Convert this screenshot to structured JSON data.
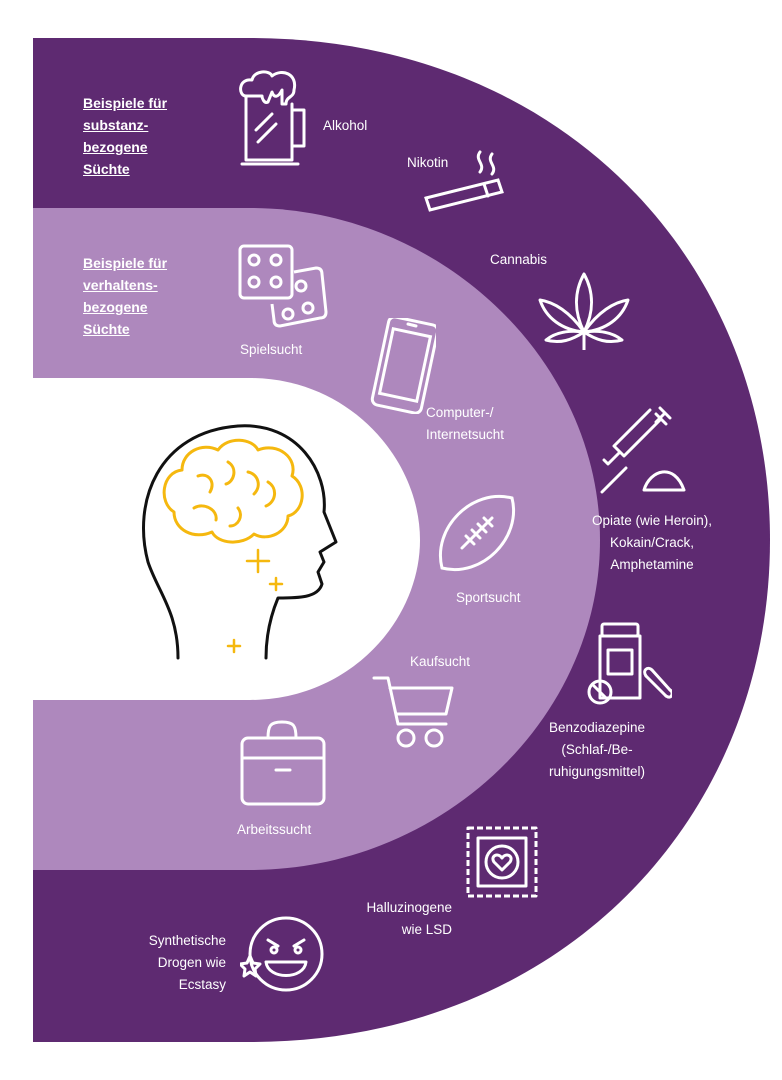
{
  "colors": {
    "dark": "#5e2a71",
    "light": "#ae88bd",
    "accent": "#f5b80f"
  },
  "headings": {
    "substance": [
      "Beispiele für",
      "substanz-",
      "bezogene",
      "Süchte"
    ],
    "behavior": [
      "Beispiele für",
      "verhaltens-",
      "bezogene",
      "Süchte"
    ]
  },
  "substances": {
    "alcohol": "Alkohol",
    "nicotine": "Nikotin",
    "cannabis": "Cannabis",
    "opiates": [
      "Opiate (wie Heroin),",
      "Kokain/Crack,",
      "Amphetamine"
    ],
    "benzo": [
      "Benzodiazepine",
      "(Schlaf-/Be-",
      "ruhigungsmittel)"
    ],
    "hallucinogens": [
      "Halluzinogene",
      "wie LSD"
    ],
    "synthetic": [
      "Synthetische",
      "Drogen wie",
      "Ecstasy"
    ]
  },
  "behaviors": {
    "gambling": "Spielsucht",
    "internet": [
      "Computer-/",
      "Internetsucht"
    ],
    "sport": "Sportsucht",
    "shopping": "Kaufsucht",
    "work": "Arbeitssucht"
  }
}
